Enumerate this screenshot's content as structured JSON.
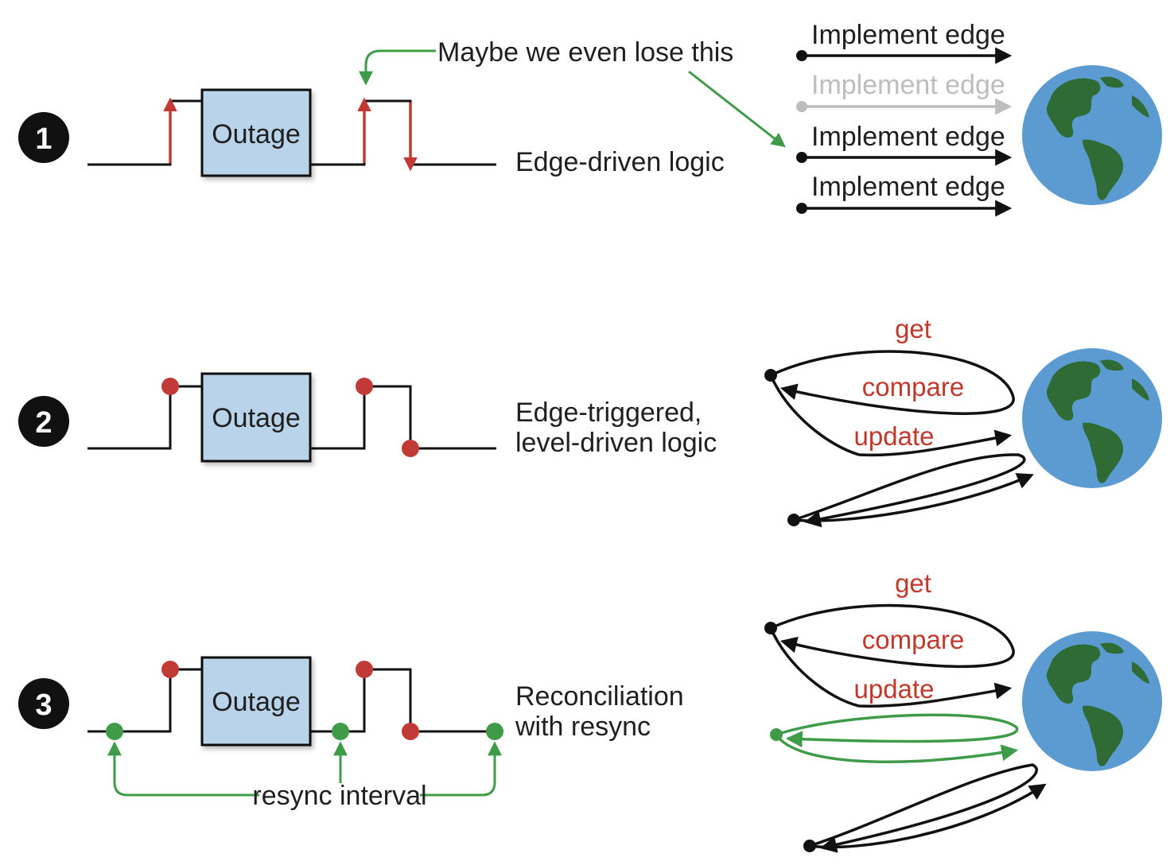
{
  "colors": {
    "red": "#c23a36",
    "green": "#3f9b48",
    "black": "#111111",
    "gray": "#bdbdbd",
    "outage_fill": "#b9d3ea",
    "ocean": "#5b9bd1",
    "land": "#2e6b35"
  },
  "badges": [
    "1",
    "2",
    "3"
  ],
  "outage_label": "Outage",
  "row1": {
    "label": "Edge-driven logic",
    "callout": "Maybe we even lose this",
    "edges": [
      "Implement edge",
      "Implement edge",
      "Implement edge",
      "Implement edge"
    ]
  },
  "row2": {
    "label_line1": "Edge-triggered,",
    "label_line2": "level-driven logic",
    "loop_labels": {
      "get": "get",
      "compare": "compare",
      "update": "update"
    }
  },
  "row3": {
    "label_line1": "Reconciliation",
    "label_line2": "with resync",
    "resync": "resync interval",
    "loop_labels": {
      "get": "get",
      "compare": "compare",
      "update": "update"
    }
  },
  "icons": [
    "globe-icon"
  ]
}
